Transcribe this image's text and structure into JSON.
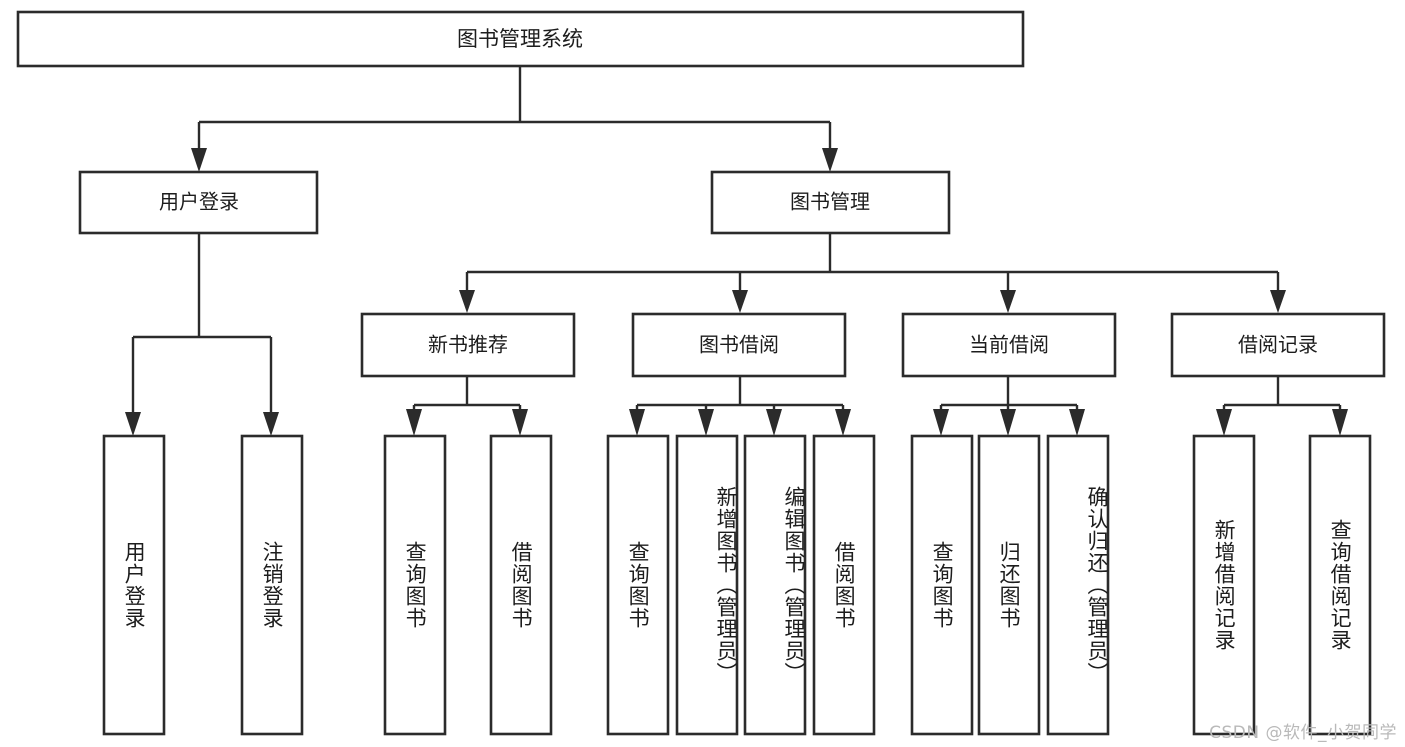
{
  "diagram": {
    "type": "tree",
    "title": "图书管理系统",
    "background_color": "#ffffff",
    "line_color": "#2b2b2b",
    "text_color": "#1d1d1d",
    "root": {
      "label": "图书管理系统"
    },
    "level2": [
      {
        "label": "用户登录"
      },
      {
        "label": "图书管理"
      }
    ],
    "level3": [
      {
        "label": "新书推荐"
      },
      {
        "label": "图书借阅"
      },
      {
        "label": "当前借阅"
      },
      {
        "label": "借阅记录"
      }
    ],
    "leaves": {
      "user_login": [
        {
          "label": "用户登录"
        },
        {
          "label": "注销登录"
        }
      ],
      "new_book_recommend": [
        {
          "label": "查询图书"
        },
        {
          "label": "借阅图书"
        }
      ],
      "book_borrow": [
        {
          "label": "查询图书"
        },
        {
          "label": "新增图书（管理员）"
        },
        {
          "label": "编辑图书（管理员）"
        },
        {
          "label": "借阅图书"
        }
      ],
      "current_borrow": [
        {
          "label": "查询图书"
        },
        {
          "label": "归还图书"
        },
        {
          "label": "确认归还（管理员）"
        }
      ],
      "borrow_record": [
        {
          "label": "新增借阅记录"
        },
        {
          "label": "查询借阅记录"
        }
      ]
    }
  },
  "watermark": {
    "text": "CSDN @软件_小贺同学"
  }
}
